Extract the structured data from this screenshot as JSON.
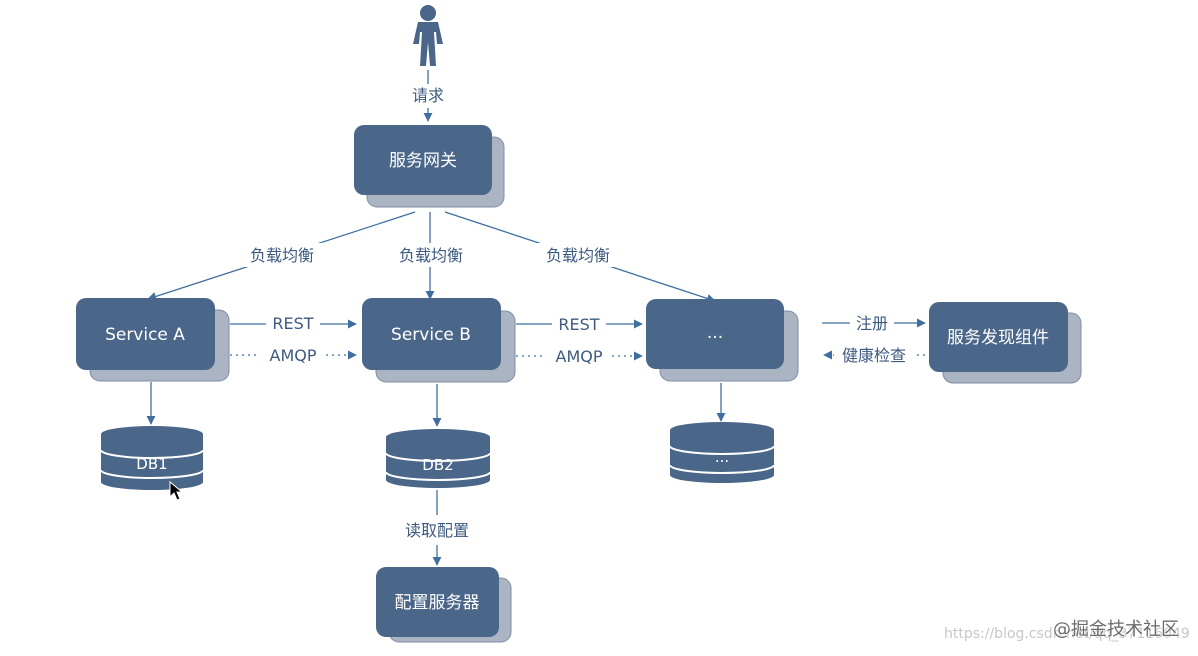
{
  "colors": {
    "node_fill": "#4a6688",
    "node_shadow": "#aab4c3",
    "edge": "#3f6f9e",
    "label": "#3d5a80"
  },
  "nodes": {
    "gateway": "服务网关",
    "service_a": "Service A",
    "service_b": "Service B",
    "service_more": "...",
    "discovery": "服务发现组件",
    "config_server": "配置服务器"
  },
  "databases": {
    "db1": "DB1",
    "db2": "DB2",
    "db_more": "..."
  },
  "edges": {
    "request": "请求",
    "lb_left": "负载均衡",
    "lb_center": "负载均衡",
    "lb_right": "负载均衡",
    "rest_ab": "REST",
    "amqp_ab": "AMQP",
    "rest_b_more": "REST",
    "amqp_b_more": "AMQP",
    "register": "注册",
    "health_check": "健康检查",
    "read_config": "读取配置"
  },
  "icons": {
    "user": "person-icon",
    "cursor": "mouse-pointer-icon"
  },
  "watermark": {
    "url": "https://blog.csdn.net/qq_37116049",
    "brand": "@掘金技术社区"
  }
}
